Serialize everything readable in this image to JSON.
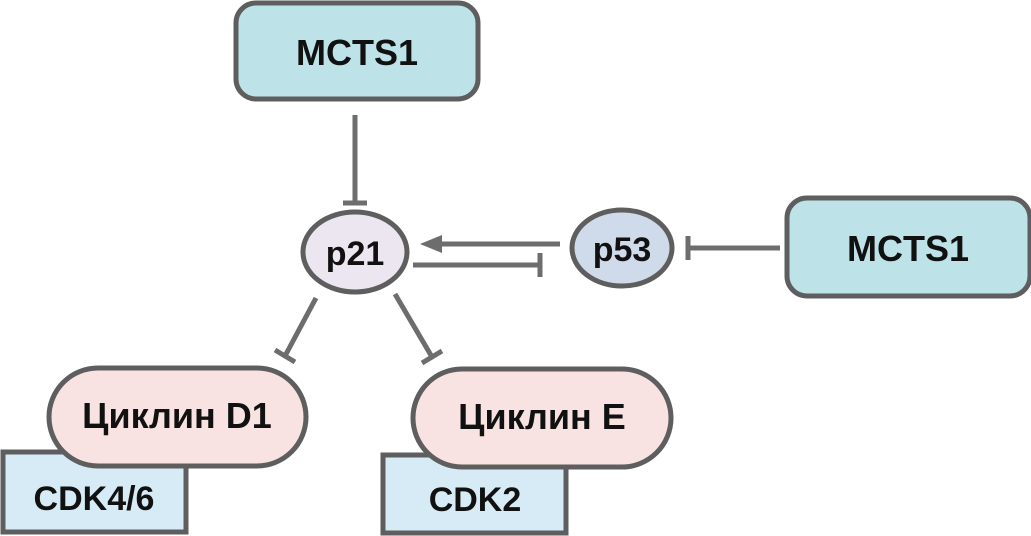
{
  "nodes": {
    "mcts1_top": {
      "label": "MCTS1",
      "color": "#bde3e8"
    },
    "mcts1_right": {
      "label": "MCTS1",
      "color": "#bde3e8"
    },
    "p21": {
      "label": "p21",
      "color": "#ebe6ef"
    },
    "p53": {
      "label": "p53",
      "color": "#cfdaea"
    },
    "cyclin_d1": {
      "label": "Циклин D1",
      "color": "#f9e2e2"
    },
    "cdk46": {
      "label": "CDK4/6",
      "color": "#d6ebf5"
    },
    "cyclin_e": {
      "label": "Циклин E",
      "color": "#f9e2e2"
    },
    "cdk2": {
      "label": "CDK2",
      "color": "#d6ebf5"
    }
  },
  "edges": [
    {
      "from": "mcts1_top",
      "to": "p21",
      "type": "inhibition"
    },
    {
      "from": "p53",
      "to": "p21",
      "type": "activation"
    },
    {
      "from": "p21",
      "to": "p53",
      "type": "inhibition"
    },
    {
      "from": "mcts1_right",
      "to": "p53",
      "type": "inhibition"
    },
    {
      "from": "p21",
      "to": "cyclin_d1",
      "type": "inhibition"
    },
    {
      "from": "p21",
      "to": "cyclin_e",
      "type": "inhibition"
    }
  ],
  "style": {
    "stroke": "#6d6d6d",
    "outline": "#5e5e5e"
  }
}
